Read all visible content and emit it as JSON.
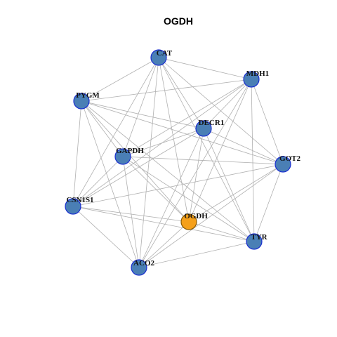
{
  "title": "OGDH",
  "colors": {
    "background": "#ffffff",
    "edge": "#b0b0b0",
    "node_fill": "#4a7fb5",
    "node_stroke": "#1a2ed1",
    "highlight_fill": "#f5a01a",
    "highlight_stroke": "#8a5a00"
  },
  "nodes": [
    {
      "id": "CAT",
      "label": "CAT",
      "highlight": false
    },
    {
      "id": "MDH1",
      "label": "MDH1",
      "highlight": false
    },
    {
      "id": "PYGM",
      "label": "PYGM",
      "highlight": false
    },
    {
      "id": "DECR1",
      "label": "DECR1",
      "highlight": false
    },
    {
      "id": "GAPDH",
      "label": "GAPDH",
      "highlight": false
    },
    {
      "id": "GOT2",
      "label": "GOT2",
      "highlight": false
    },
    {
      "id": "CSN1S1",
      "label": "CSN1S1",
      "highlight": false
    },
    {
      "id": "OGDH",
      "label": "OGDH",
      "highlight": true
    },
    {
      "id": "TYR",
      "label": "TYR",
      "highlight": false
    },
    {
      "id": "ACO2",
      "label": "ACO2",
      "highlight": false
    }
  ],
  "edges": [
    [
      "CAT",
      "MDH1"
    ],
    [
      "CAT",
      "PYGM"
    ],
    [
      "CAT",
      "DECR1"
    ],
    [
      "CAT",
      "GAPDH"
    ],
    [
      "CAT",
      "GOT2"
    ],
    [
      "CAT",
      "CSN1S1"
    ],
    [
      "CAT",
      "OGDH"
    ],
    [
      "CAT",
      "TYR"
    ],
    [
      "CAT",
      "ACO2"
    ],
    [
      "MDH1",
      "PYGM"
    ],
    [
      "MDH1",
      "DECR1"
    ],
    [
      "MDH1",
      "GAPDH"
    ],
    [
      "MDH1",
      "GOT2"
    ],
    [
      "MDH1",
      "CSN1S1"
    ],
    [
      "MDH1",
      "OGDH"
    ],
    [
      "MDH1",
      "TYR"
    ],
    [
      "MDH1",
      "ACO2"
    ],
    [
      "PYGM",
      "DECR1"
    ],
    [
      "PYGM",
      "GAPDH"
    ],
    [
      "PYGM",
      "GOT2"
    ],
    [
      "PYGM",
      "CSN1S1"
    ],
    [
      "PYGM",
      "OGDH"
    ],
    [
      "PYGM",
      "TYR"
    ],
    [
      "PYGM",
      "ACO2"
    ],
    [
      "DECR1",
      "GAPDH"
    ],
    [
      "DECR1",
      "GOT2"
    ],
    [
      "DECR1",
      "CSN1S1"
    ],
    [
      "DECR1",
      "OGDH"
    ],
    [
      "DECR1",
      "TYR"
    ],
    [
      "DECR1",
      "ACO2"
    ],
    [
      "GAPDH",
      "GOT2"
    ],
    [
      "GAPDH",
      "CSN1S1"
    ],
    [
      "GAPDH",
      "OGDH"
    ],
    [
      "GAPDH",
      "TYR"
    ],
    [
      "GAPDH",
      "ACO2"
    ],
    [
      "GOT2",
      "CSN1S1"
    ],
    [
      "GOT2",
      "OGDH"
    ],
    [
      "GOT2",
      "TYR"
    ],
    [
      "GOT2",
      "ACO2"
    ],
    [
      "CSN1S1",
      "OGDH"
    ],
    [
      "CSN1S1",
      "TYR"
    ],
    [
      "CSN1S1",
      "ACO2"
    ],
    [
      "OGDH",
      "TYR"
    ],
    [
      "OGDH",
      "ACO2"
    ],
    [
      "TYR",
      "ACO2"
    ]
  ]
}
